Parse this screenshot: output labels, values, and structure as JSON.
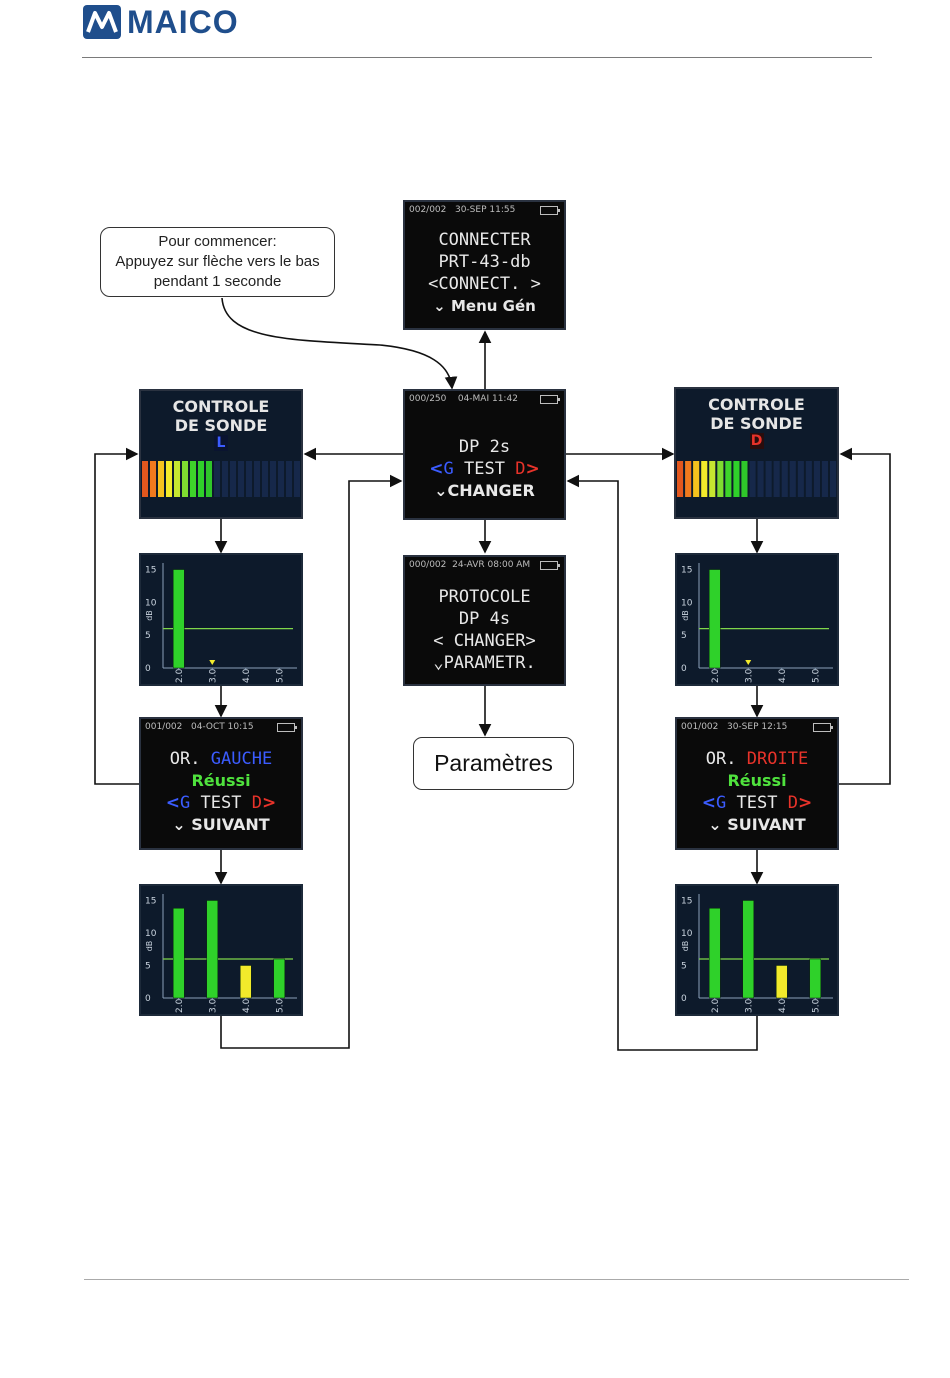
{
  "header": {
    "brand": "MAICO"
  },
  "callout": {
    "line1": "Pour commencer:",
    "line2": "Appuyez sur flèche vers le bas",
    "line3": "pendant 1 seconde"
  },
  "connect_screen": {
    "status_left": "002/002",
    "status_date": "30-SEP 11:55",
    "line1": "CONNECTER",
    "line2": "PRT-43-db",
    "line3_left": "<",
    "line3_mid": "CONNECT.",
    "line3_right": ">",
    "line4_arrow": "⌄",
    "line4": "Menu Gén"
  },
  "main_screen": {
    "status_left": "000/250",
    "status_date": "04-MAI 11:42",
    "line1": "DP 2s",
    "left_arrow": "<",
    "left_ear": "G",
    "test": "TEST",
    "right_ear": "D",
    "right_arrow": ">",
    "arrow_down": "⌄",
    "line3": "CHANGER"
  },
  "protocol_screen": {
    "status_left": "000/002",
    "status_date": "24-AVR 08:00 AM",
    "line1": "PROTOCOLE",
    "line2": "DP 4s",
    "left_arrow": "<",
    "line3": "CHANGER",
    "right_arrow": ">",
    "arrow_down": "⌄",
    "line4": "PARAMETR."
  },
  "parametres_box": {
    "label": "Paramètres"
  },
  "probe_left": {
    "line1": "CONTROLE",
    "line2": "DE SONDE",
    "ear": "L",
    "level_fraction": 0.45
  },
  "probe_right": {
    "line1": "CONTROLE",
    "line2": "DE SONDE",
    "ear": "D",
    "level_fraction": 0.45
  },
  "result_left": {
    "status_left": "001/002",
    "status_date": "04-OCT 10:15",
    "or_label": "OR.",
    "ear_name": "GAUCHE",
    "result": "Réussi",
    "left_arrow": "<",
    "left_ear": "G",
    "test": "TEST",
    "right_ear": "D",
    "right_arrow": ">",
    "arrow_down": "⌄",
    "next": "SUIVANT"
  },
  "result_right": {
    "status_left": "001/002",
    "status_date": "30-SEP 12:15",
    "or_label": "OR.",
    "ear_name": "DROITE",
    "result": "Réussi",
    "left_arrow": "<",
    "left_ear": "G",
    "test": "TEST",
    "right_ear": "D",
    "right_arrow": ">",
    "arrow_down": "⌄",
    "next": "SUIVANT"
  },
  "colors": {
    "brand": "#1f4e8c",
    "ear_left": "#3b5cff",
    "ear_right": "#e8332a",
    "pass": "#4fe23d",
    "bar_green": "#2fd12a",
    "bar_yellow": "#f2ea2b",
    "threshold_line": "#7fd64a",
    "screen_bg": "#0d1a2b"
  },
  "chart_data": [
    {
      "type": "bar",
      "name": "left-partial",
      "categories": [
        "2.0",
        "3.0",
        "4.0",
        "5.0"
      ],
      "values": [
        15,
        null,
        null,
        null
      ],
      "bar_colors": [
        "#2fd12a",
        "#2fd12a",
        "#2fd12a",
        "#2fd12a"
      ],
      "marker_category": "3.0",
      "threshold": 6,
      "ylabel": "dB",
      "yticks": [
        0,
        5,
        10,
        15
      ],
      "ylim": [
        0,
        16
      ]
    },
    {
      "type": "bar",
      "name": "right-partial",
      "categories": [
        "2.0",
        "3.0",
        "4.0",
        "5.0"
      ],
      "values": [
        15,
        null,
        null,
        null
      ],
      "bar_colors": [
        "#2fd12a",
        "#2fd12a",
        "#2fd12a",
        "#2fd12a"
      ],
      "marker_category": "3.0",
      "threshold": 6,
      "ylabel": "dB",
      "yticks": [
        0,
        5,
        10,
        15
      ],
      "ylim": [
        0,
        16
      ]
    },
    {
      "type": "bar",
      "name": "left-full",
      "categories": [
        "2.0",
        "3.0",
        "4.0",
        "5.0"
      ],
      "values": [
        13.8,
        15,
        5,
        6
      ],
      "bar_colors": [
        "#2fd12a",
        "#2fd12a",
        "#f2ea2b",
        "#2fd12a"
      ],
      "threshold": 6,
      "ylabel": "dB",
      "yticks": [
        0,
        5,
        10,
        15
      ],
      "ylim": [
        0,
        16
      ]
    },
    {
      "type": "bar",
      "name": "right-full",
      "categories": [
        "2.0",
        "3.0",
        "4.0",
        "5.0"
      ],
      "values": [
        13.8,
        15,
        5,
        6
      ],
      "bar_colors": [
        "#2fd12a",
        "#2fd12a",
        "#f2ea2b",
        "#2fd12a"
      ],
      "threshold": 6,
      "ylabel": "dB",
      "yticks": [
        0,
        5,
        10,
        15
      ],
      "ylim": [
        0,
        16
      ]
    }
  ]
}
